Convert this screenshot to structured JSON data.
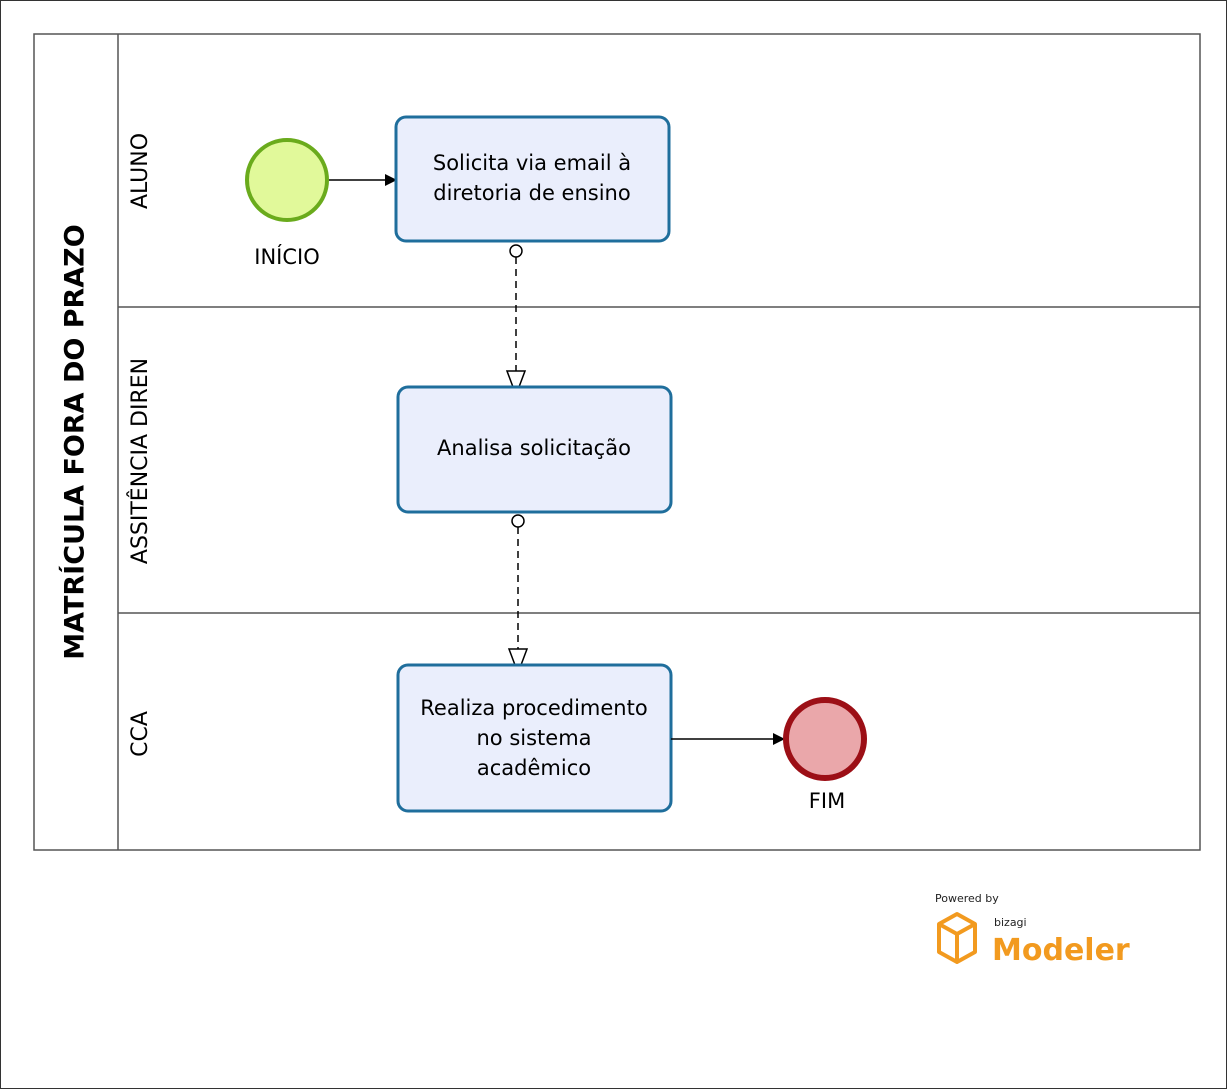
{
  "pool": {
    "title": "MATRÍCULA FORA DO PRAZO"
  },
  "lanes": [
    {
      "label": "ALUNO"
    },
    {
      "label": "ASSITÊNCIA DIREN"
    },
    {
      "label": "CCA"
    }
  ],
  "events": {
    "start": {
      "label": "INÍCIO"
    },
    "end": {
      "label": "FIM"
    }
  },
  "tasks": [
    {
      "lines": [
        "Solicita via email à",
        "diretoria de ensino"
      ]
    },
    {
      "lines": [
        "Analisa solicitação"
      ]
    },
    {
      "lines": [
        "Realiza procedimento",
        "no sistema",
        "acadêmico"
      ]
    }
  ],
  "branding": {
    "powered_by": "Powered by",
    "vendor": "bizagi",
    "product": "Modeler",
    "accent_color": "#f29a1f"
  },
  "colors": {
    "task_fill": "#eaeefc",
    "task_stroke": "#1f6e9c",
    "start_fill": "#e1f99a",
    "start_stroke": "#6aab1c",
    "end_fill": "#eaa7aa",
    "end_stroke": "#9c0f16",
    "frame": "#555555"
  }
}
